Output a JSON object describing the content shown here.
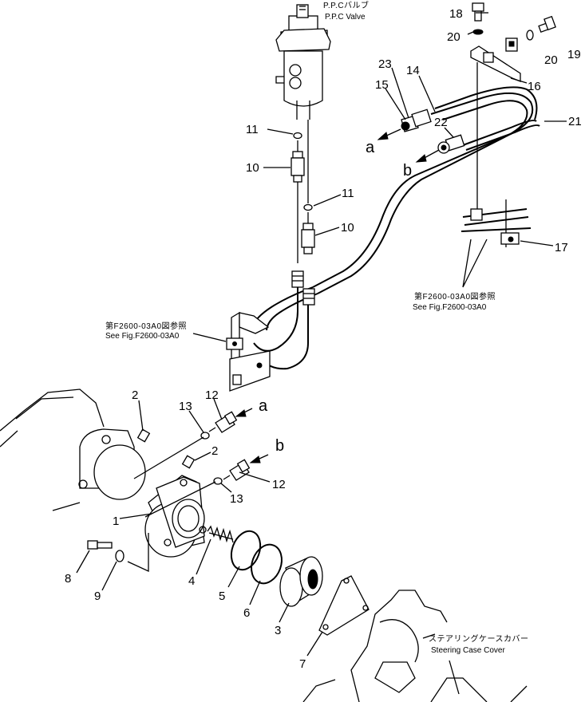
{
  "labels": {
    "ppc_valve_jp": "P.P.Cバルブ",
    "ppc_valve_en": "P.P.C Valve",
    "steering_case_cover_jp": "ステアリングケースカバー",
    "steering_case_cover_en": "Steering Case Cover",
    "ref_left_jp": "第F2600-03A0図参照",
    "ref_left_en": "See Fig.F2600-03A0",
    "ref_right_jp": "第F2600-03A0図参照",
    "ref_right_en": "See Fig.F2600-03A0"
  },
  "part_numbers": {
    "p1": "1",
    "p2a": "2",
    "p2b": "2",
    "p3": "3",
    "p4": "4",
    "p5": "5",
    "p6": "6",
    "p7": "7",
    "p8": "8",
    "p9": "9",
    "p10a": "10",
    "p10b": "10",
    "p11a": "11",
    "p11b": "11",
    "p12a": "12",
    "p12b": "12",
    "p13a": "13",
    "p13b": "13",
    "p14": "14",
    "p15": "15",
    "p16": "16",
    "p17": "17",
    "p18": "18",
    "p19": "19",
    "p20a": "20",
    "p20b": "20",
    "p21": "21",
    "p22": "22",
    "p23": "23"
  },
  "connection_letters": {
    "a_top": "a",
    "b_top": "b",
    "a_bottom": "a",
    "b_bottom": "b"
  }
}
